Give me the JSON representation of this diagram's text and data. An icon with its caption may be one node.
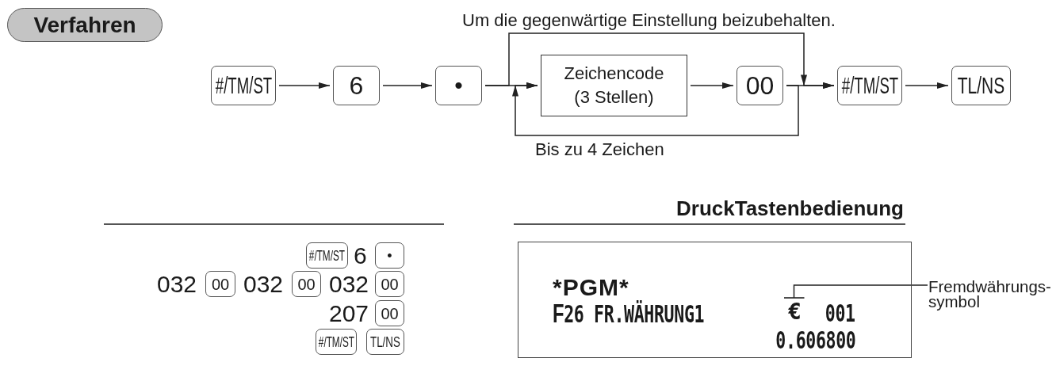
{
  "diagram": {
    "nodes": [
      {
        "text": [
          "Verfahren"
        ]
      },
      {
        "text": [
          "#/TM/ST"
        ]
      },
      {
        "text": [
          "6"
        ]
      },
      {
        "text": [
          "•"
        ]
      },
      {
        "text": [
          "Zeichencode (3 Stellen)"
        ]
      },
      {
        "text": [
          "00"
        ]
      },
      {
        "text": [
          "#/TM/ST"
        ]
      },
      {
        "text": [
          "TL/NS"
        ]
      },
      {
        "text": [
          "#/TM/ST"
        ]
      },
      {
        "text": [
          "•"
        ]
      },
      {
        "text": [
          "00"
        ]
      },
      {
        "text": [
          "00"
        ]
      },
      {
        "text": [
          "00"
        ]
      },
      {
        "text": [
          "00"
        ]
      },
      {
        "text": [
          "#/TM/ST"
        ]
      },
      {
        "text": [
          "TL/NS"
        ]
      },
      {
        "text": [
          "*PGM*",
          "F26 FR.WÄHRUNG1",
          "001",
          "0.606800"
        ]
      },
      {
        "text": [
          "€"
        ],
        "in": 16
      },
      {
        "text": [
          "Fremdwährungs- symbol"
        ]
      }
    ],
    "edges": [
      {
        "from": 1,
        "to": 2,
        "arrow": "to"
      },
      {
        "from": 2,
        "to": 3,
        "arrow": "to"
      },
      {
        "from": 3,
        "to": 4,
        "arrow": "to"
      },
      {
        "from": 4,
        "to": 5,
        "arrow": "to"
      },
      {
        "from": 5,
        "to": 6,
        "arrow": "to"
      },
      {
        "from": 6,
        "to": 7,
        "arrow": "to"
      },
      {
        "from": 3,
        "to": 6,
        "arrow": "to",
        "label": "Um die gegenwärtige Einstellung beizubehalten."
      },
      {
        "from": 5,
        "to": 4,
        "arrow": "to",
        "label": "Bis zu 4 Zeichen"
      },
      {
        "from": 18,
        "to": 17,
        "arrow": "other"
      }
    ],
    "labels": [
      "DruckTastenbedienung",
      "6",
      "032",
      "032",
      "032",
      "207"
    ]
  }
}
